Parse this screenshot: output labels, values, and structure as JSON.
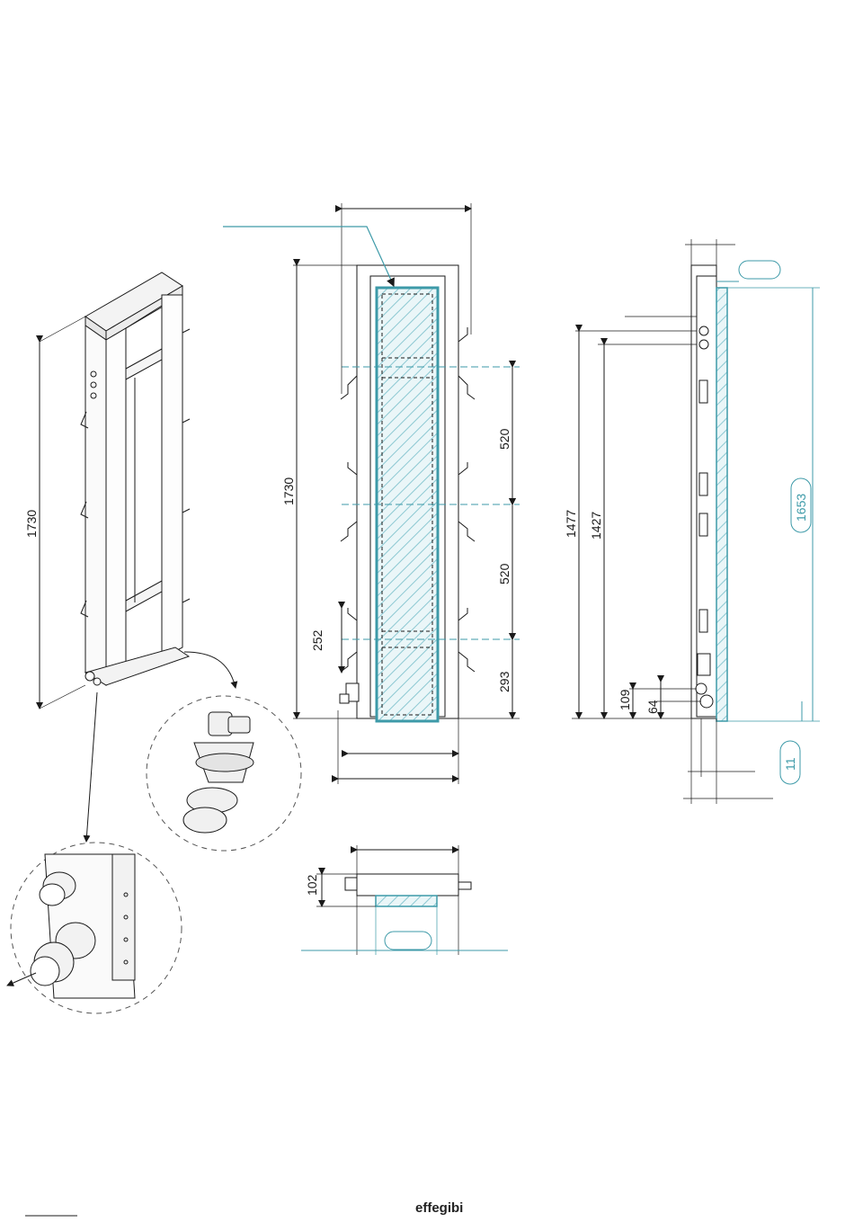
{
  "dimensions": {
    "iso_height": "1730",
    "front_height": "1730",
    "front_spacing_1": "520",
    "front_spacing_2": "520",
    "front_bottom": "293",
    "front_bracket": "252",
    "top_depth": "102",
    "side_total": "1653",
    "side_1477": "1477",
    "side_1427": "1427",
    "side_109": "109",
    "side_64": "64",
    "side_11": "11"
  },
  "branding": {
    "logo_text": "effegibi"
  },
  "colors": {
    "line": "#1a1a1a",
    "accent": "#3d9aa8",
    "hatch": "#9fd0d8"
  }
}
